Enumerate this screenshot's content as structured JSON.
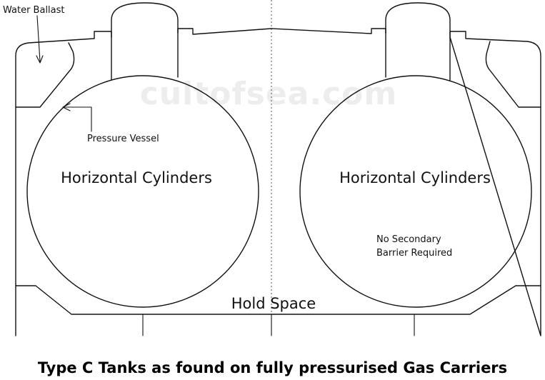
{
  "labels": {
    "water_ballast": "Water Ballast",
    "pressure_vessel": "Pressure Vessel",
    "left_tank": "Horizontal Cylinders",
    "right_tank": "Horizontal Cylinders",
    "secondary_barrier_line1": "No Secondary",
    "secondary_barrier_line2": "Barrier Required",
    "hold_space": "Hold Space"
  },
  "watermark": "cultofsea.com",
  "caption": "Type C Tanks as found on fully pressurised Gas Carriers",
  "colors": {
    "line": "#111111",
    "watermark": "#ededed",
    "background": "#ffffff"
  }
}
